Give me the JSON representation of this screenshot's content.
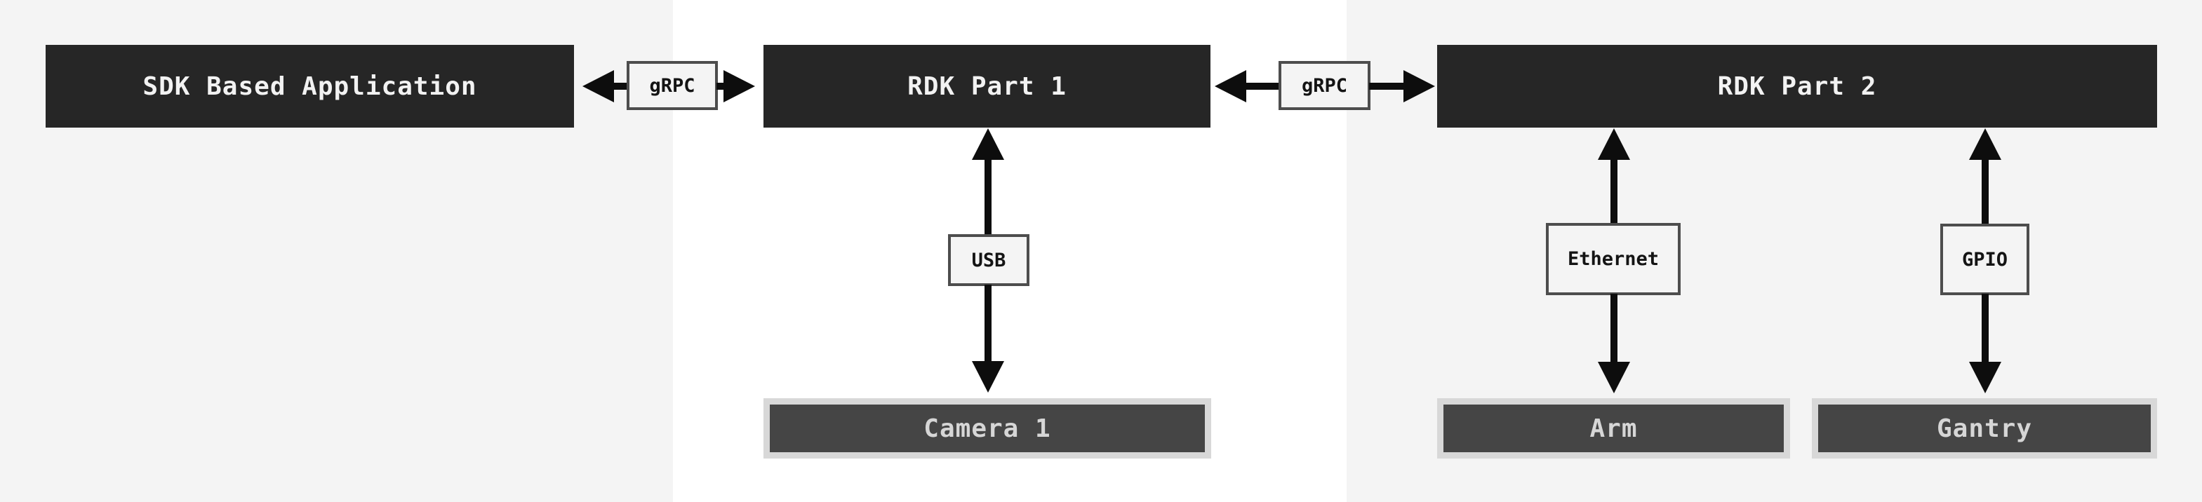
{
  "nodes": {
    "sdk_app": "SDK Based Application",
    "rdk_part_1": "RDK Part 1",
    "rdk_part_2": "RDK Part 2"
  },
  "devices": {
    "camera": "Camera 1",
    "arm": "Arm",
    "gantry": "Gantry"
  },
  "edge_labels": {
    "grpc_left": "gRPC",
    "grpc_right": "gRPC",
    "usb": "USB",
    "ethernet": "Ethernet",
    "gpio": "GPIO"
  },
  "colors": {
    "background": "#f4f4f4",
    "panel_white": "#ffffff",
    "node_fill": "#262626",
    "node_text": "#f2f2f2",
    "device_fill": "#454545",
    "device_frame": "#d8d8d8",
    "device_text": "#d6d6d6",
    "label_bg": "#f4f4f4",
    "label_border": "#4d4d4d",
    "label_text": "#141414",
    "arrow": "#0d0d0d"
  }
}
